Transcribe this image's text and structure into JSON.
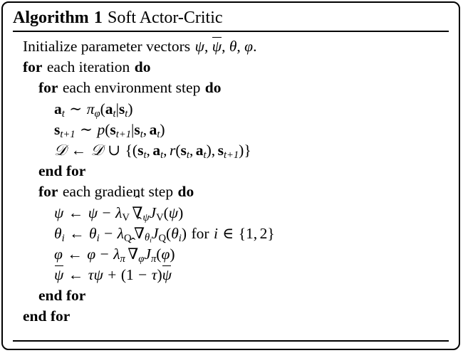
{
  "title": {
    "keyword": "Algorithm",
    "number": "1",
    "name": "Soft Actor-Critic",
    "full": "Algorithm 1 Soft Actor-Critic"
  },
  "colors": {
    "ink": "#000000",
    "paper": "#ffffff",
    "rule": "#000000"
  },
  "keywords": {
    "for": "for",
    "do": "do",
    "end_for": "end for",
    "each": "each",
    "in_word": "for"
  },
  "lines": [
    {
      "id": "init",
      "indent": 0,
      "kind": "statement",
      "text": "Initialize parameter vectors ψ, ψ̄, θ, φ.",
      "prefix": "Initialize parameter vectors",
      "symbols": [
        "ψ",
        "ψ̄",
        "θ",
        "φ"
      ],
      "terminator": "."
    },
    {
      "id": "for-iteration",
      "indent": 0,
      "kind": "for",
      "text": "for each iteration do",
      "body": "each iteration"
    },
    {
      "id": "for-env-step",
      "indent": 1,
      "kind": "for",
      "text": "for each environment step do",
      "body": "each environment step"
    },
    {
      "id": "sample-action",
      "indent": 2,
      "kind": "math",
      "text": "a_t ∼ π_φ(a_t|s_t)"
    },
    {
      "id": "sample-state",
      "indent": 2,
      "kind": "math",
      "text": "s_{t+1} ∼ p(s_{t+1}|s_t, a_t)"
    },
    {
      "id": "buffer-update",
      "indent": 2,
      "kind": "math",
      "text": "D ← D ∪ {(s_t, a_t, r(s_t, a_t), s_{t+1})}"
    },
    {
      "id": "end-for-env",
      "indent": 1,
      "kind": "end",
      "text": "end for"
    },
    {
      "id": "for-gradient-step",
      "indent": 1,
      "kind": "for",
      "text": "for each gradient step do",
      "body": "each gradient step"
    },
    {
      "id": "update-psi",
      "indent": 2,
      "kind": "math",
      "text": "ψ ← ψ − λ_V ∇̂_ψ J_V(ψ)"
    },
    {
      "id": "update-theta",
      "indent": 2,
      "kind": "math",
      "text": "θ_i ← θ_i − λ_Q ∇̂_{θ_i} J_Q(θ_i) for i ∈ {1, 2}"
    },
    {
      "id": "update-phi",
      "indent": 2,
      "kind": "math",
      "text": "φ ← φ − λ_π ∇̂_φ J_π(φ)"
    },
    {
      "id": "update-target",
      "indent": 2,
      "kind": "math",
      "text": "ψ̄ ← τψ + (1 − τ)ψ̄"
    },
    {
      "id": "end-for-gradient",
      "indent": 1,
      "kind": "end",
      "text": "end for"
    },
    {
      "id": "end-for-iteration",
      "indent": 0,
      "kind": "end",
      "text": "end for"
    }
  ]
}
